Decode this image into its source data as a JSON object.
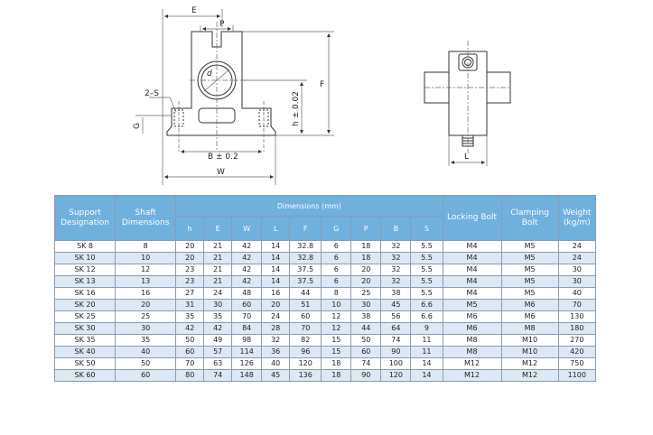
{
  "drawing": {
    "labels": {
      "E": "E",
      "P": "P",
      "d": "d",
      "F": "F",
      "h": "h ± 0.02",
      "S": "2–S",
      "G": "G",
      "B": "B ± 0.2",
      "W": "W",
      "L": "L"
    }
  },
  "table": {
    "headers": {
      "support": "Support Designation",
      "shaft": "Shaft Dimensions",
      "dimensions": "Dimensions (mm)",
      "locking": "Locking Bolt",
      "clamping": "Clamping Bolt",
      "weight": "Weight (kg/m)",
      "sub": [
        "h",
        "E",
        "W",
        "L",
        "F",
        "G",
        "P",
        "B",
        "S"
      ]
    },
    "rows": [
      [
        "SK 8",
        "8",
        "20",
        "21",
        "42",
        "14",
        "32.8",
        "6",
        "18",
        "32",
        "5.5",
        "M4",
        "M5",
        "24"
      ],
      [
        "SK 10",
        "10",
        "20",
        "21",
        "42",
        "14",
        "32.8",
        "6",
        "18",
        "32",
        "5.5",
        "M4",
        "M5",
        "24"
      ],
      [
        "SK 12",
        "12",
        "23",
        "21",
        "42",
        "14",
        "37.5",
        "6",
        "20",
        "32",
        "5.5",
        "M4",
        "M5",
        "30"
      ],
      [
        "SK 13",
        "13",
        "23",
        "21",
        "42",
        "14",
        "37.5",
        "6",
        "20",
        "32",
        "5.5",
        "M4",
        "M5",
        "30"
      ],
      [
        "SK 16",
        "16",
        "27",
        "24",
        "48",
        "16",
        "44",
        "8",
        "25",
        "38",
        "5.5",
        "M4",
        "M5",
        "40"
      ],
      [
        "SK 20",
        "20",
        "31",
        "30",
        "60",
        "20",
        "51",
        "10",
        "30",
        "45",
        "6.6",
        "M5",
        "M6",
        "70"
      ],
      [
        "SK 25",
        "25",
        "35",
        "35",
        "70",
        "24",
        "60",
        "12",
        "38",
        "56",
        "6.6",
        "M6",
        "M6",
        "130"
      ],
      [
        "SK 30",
        "30",
        "42",
        "42",
        "84",
        "28",
        "70",
        "12",
        "44",
        "64",
        "9",
        "M6",
        "M8",
        "180"
      ],
      [
        "SK 35",
        "35",
        "50",
        "49",
        "98",
        "32",
        "82",
        "15",
        "50",
        "74",
        "11",
        "M8",
        "M10",
        "270"
      ],
      [
        "SK 40",
        "40",
        "60",
        "57",
        "114",
        "36",
        "96",
        "15",
        "60",
        "90",
        "11",
        "M8",
        "M10",
        "420"
      ],
      [
        "SK 50",
        "50",
        "70",
        "63",
        "126",
        "40",
        "120",
        "18",
        "74",
        "100",
        "14",
        "M12",
        "M12",
        "750"
      ],
      [
        "SK 60",
        "60",
        "80",
        "74",
        "148",
        "45",
        "136",
        "18",
        "90",
        "120",
        "14",
        "M12",
        "M12",
        "1100"
      ]
    ]
  }
}
